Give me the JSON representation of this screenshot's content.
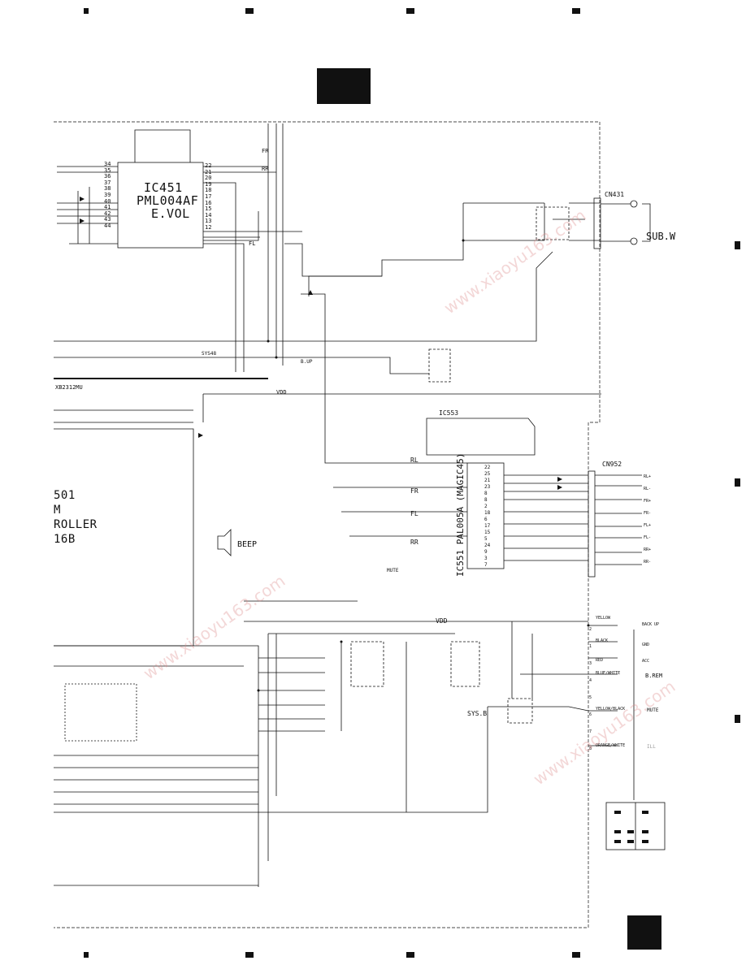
{
  "ic451": {
    "ref": "IC451",
    "part": "PML004AF",
    "function": "E.VOL",
    "pins_left": [
      "34",
      "35",
      "36",
      "37",
      "38",
      "39",
      "40",
      "41",
      "42",
      "43",
      "44"
    ],
    "pins_right": [
      "22",
      "21",
      "20",
      "19",
      "18",
      "17",
      "16",
      "15",
      "14",
      "13",
      "12"
    ]
  },
  "ic551": {
    "ref": "IC551",
    "part": "PAL005A (MAGIC45)",
    "pins": [
      "22",
      "25",
      "21",
      "23",
      "8",
      "8",
      "2",
      "18",
      "6",
      "17",
      "15",
      "5",
      "24",
      "9",
      "3",
      "7"
    ]
  },
  "ic501": {
    "ref_fragment": "501",
    "line2_fragment": "M",
    "line3_fragment": "ROLLER",
    "line4_fragment": "16B"
  },
  "ic553": {
    "ref": "IC553"
  },
  "ic501_bus": "XB2312MU",
  "connectors": {
    "cn431": {
      "ref": "CN431",
      "label": "SUB.W"
    },
    "cn952": {
      "ref": "CN952"
    }
  },
  "channel_labels": [
    "RL",
    "FR",
    "FL",
    "RR"
  ],
  "net_labels": [
    "FR",
    "RR",
    "FL",
    "SYS48",
    "B.UP",
    "VDD",
    "VDD",
    "MUTE",
    "SYS.B",
    "BEEP"
  ],
  "cn952_wires": [
    {
      "color": "YELLOW",
      "function": "BACK UP"
    },
    {
      "color": "BLACK",
      "function": "GND"
    },
    {
      "color": "RED",
      "function": "ACC"
    },
    {
      "color": "BLUE/WHITE",
      "function": "B.REM"
    },
    {
      "color": "YELLOW/BLACK",
      "function": "MUTE"
    },
    {
      "color": "ORANGE/WHITE",
      "function": "ILL"
    }
  ],
  "cn952_pin_labels": [
    "RL+",
    "RL-",
    "FR+",
    "FR-",
    "FL+",
    "FL-",
    "RR+",
    "RR-"
  ],
  "pin_numbers_right": [
    "2",
    "1",
    "3",
    "4",
    "5",
    "6",
    "7",
    "8"
  ],
  "colors": {
    "ink": "#111111",
    "paper": "#ffffff",
    "watermark": "#dc8c8c"
  }
}
